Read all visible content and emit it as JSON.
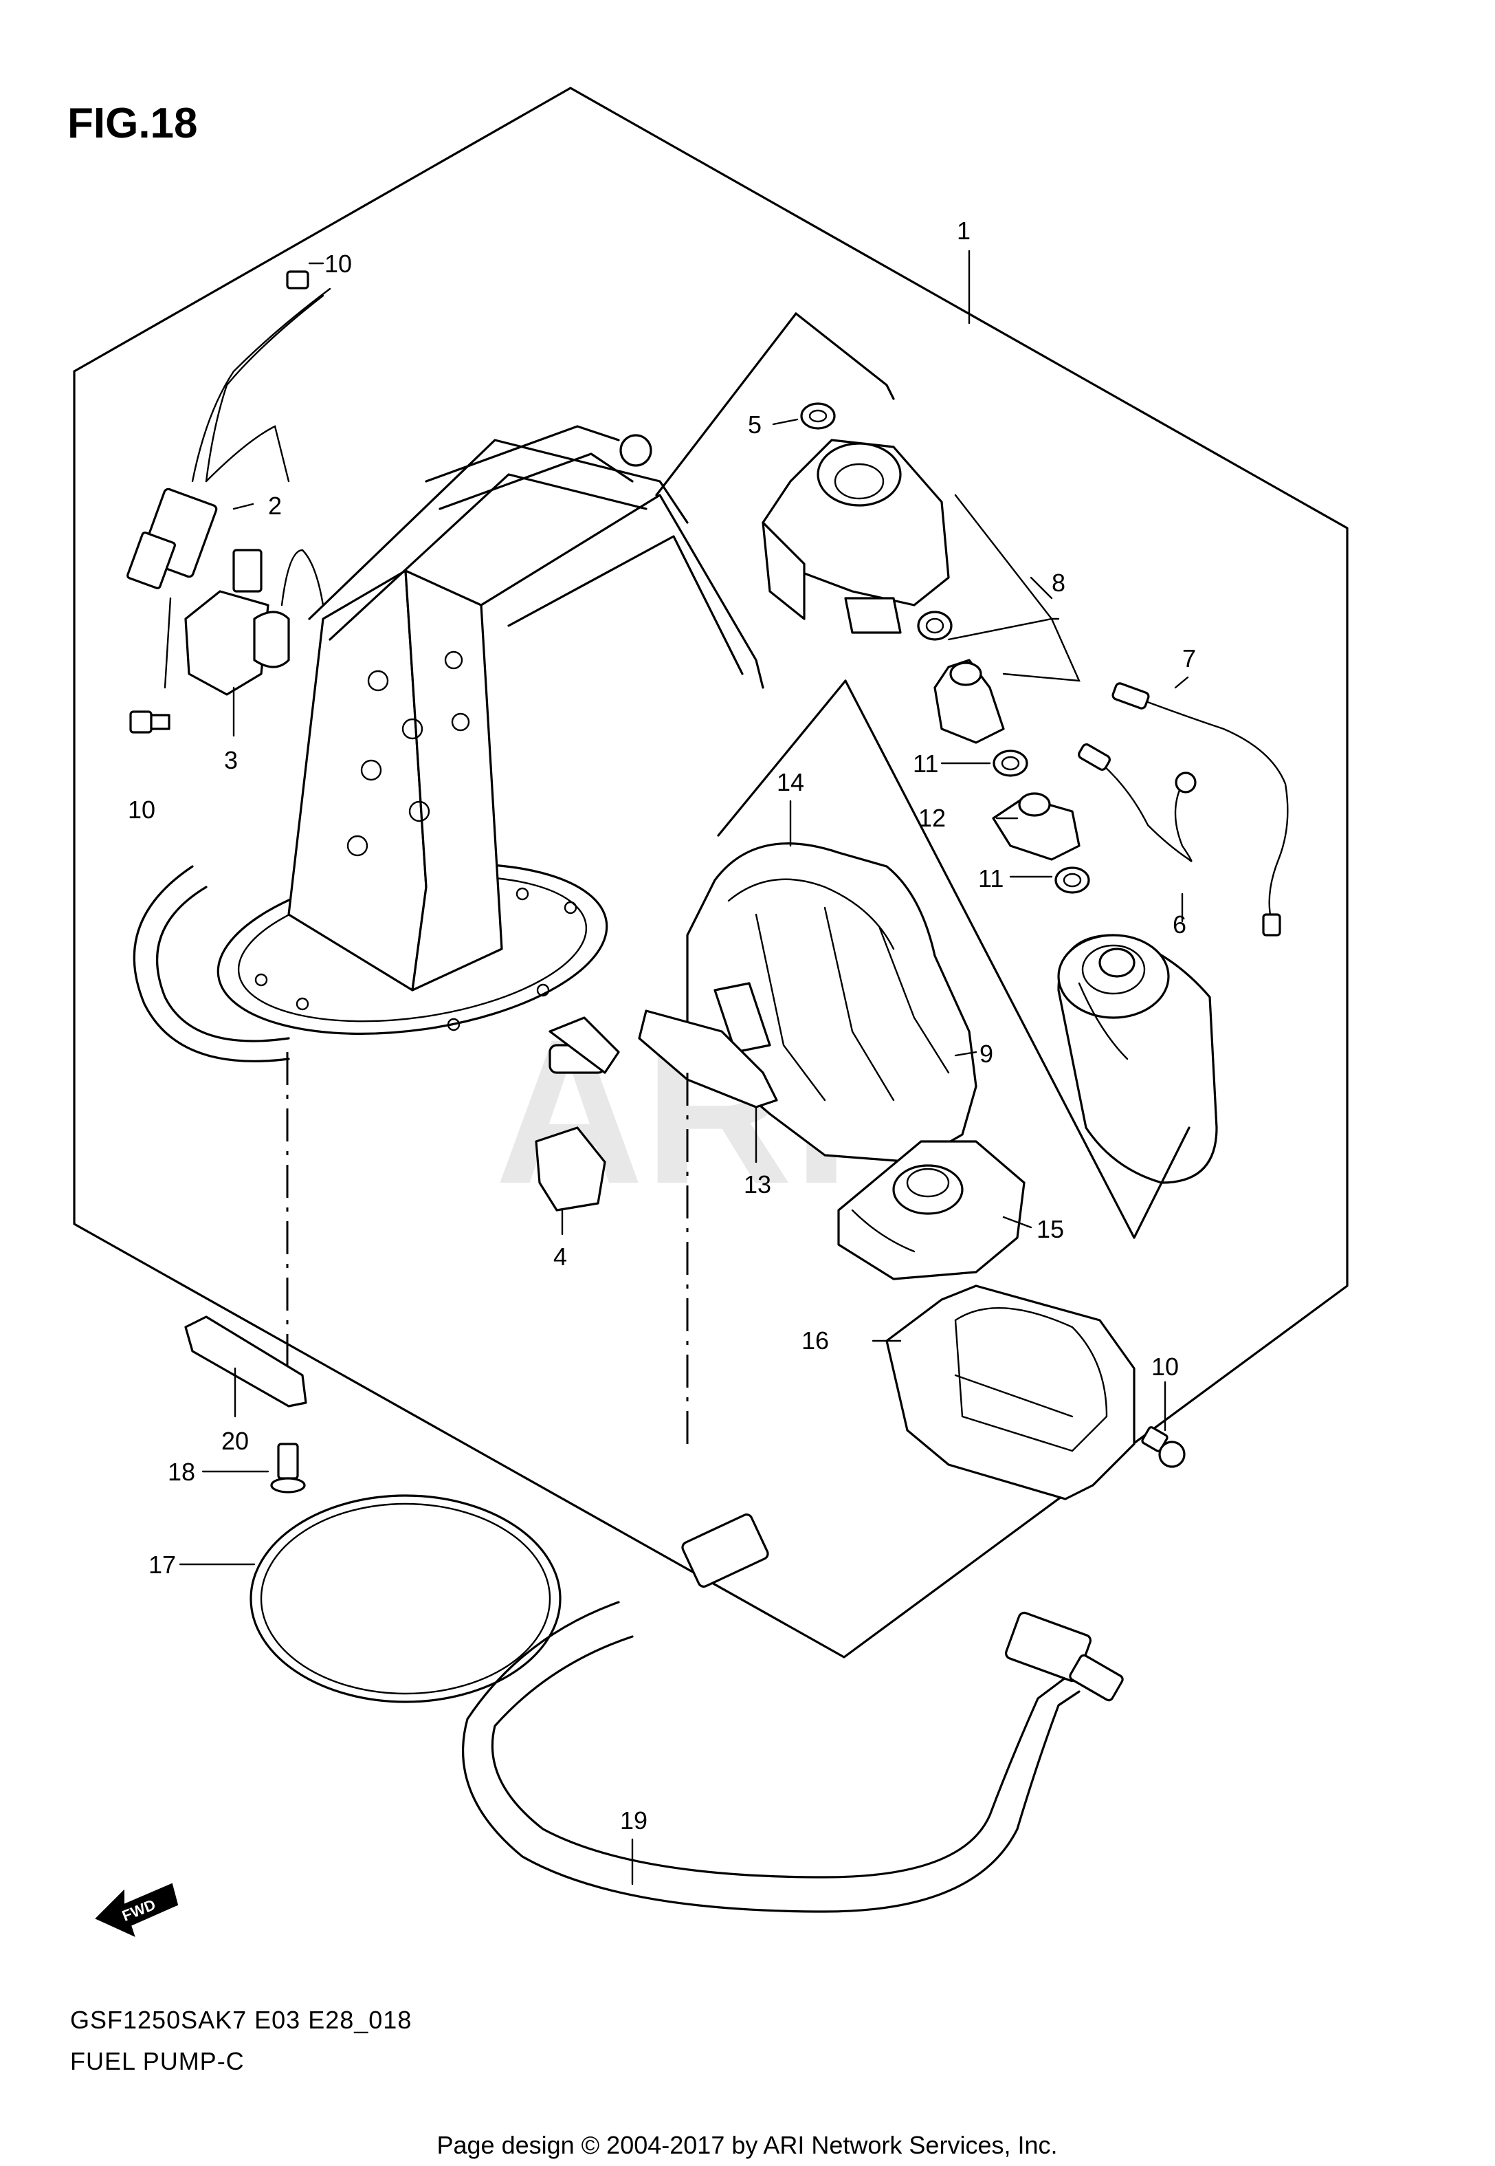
{
  "figure_label": "FIG.18",
  "watermark": "ARI",
  "model_code": "GSF1250SAK7 E03 E28_018",
  "part_group": "FUEL PUMP-C",
  "footer": "Page design © 2004-2017 by ARI Network Services, Inc.",
  "direction_label": "FWD",
  "callouts": {
    "c1": "1",
    "c2": "2",
    "c3": "3",
    "c4": "4",
    "c5": "5",
    "c6": "6",
    "c7": "7",
    "c8": "8",
    "c9": "9",
    "c10a": "10",
    "c10b": "10",
    "c10c": "10",
    "c11a": "11",
    "c11b": "11",
    "c12": "12",
    "c13": "13",
    "c14": "14",
    "c15": "15",
    "c16": "16",
    "c17": "17",
    "c18": "18",
    "c19": "19",
    "c20": "20"
  }
}
